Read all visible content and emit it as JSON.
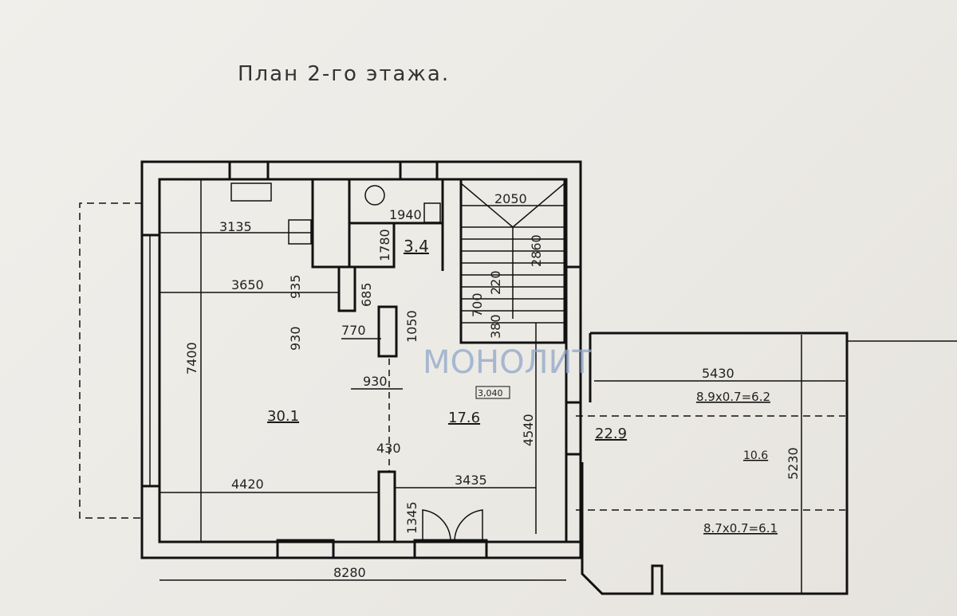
{
  "title": "План 2-го этажа.",
  "watermark": "МОНОЛИТ",
  "rooms": {
    "living": "30.1",
    "hall": "17.6",
    "bathroom": "3.4",
    "terrace": "22.9",
    "terrace_center": "10.6",
    "terrace_top": "8.9x0.7=6.2",
    "terrace_bottom": "8.7x0.7=6.1",
    "level_mark": "3,040"
  },
  "dimensions": {
    "d3135": "3135",
    "d3650": "3650",
    "d7400": "7400",
    "d935": "935",
    "d930a": "930",
    "d685": "685",
    "d770": "770",
    "d1050": "1050",
    "d930b": "930",
    "d1780": "1780",
    "d1940": "1940",
    "d2050": "2050",
    "d2860": "2860",
    "d220": "220",
    "d700": "700",
    "d380": "380",
    "d4540": "4540",
    "d430": "430",
    "d4420": "4420",
    "d3435": "3435",
    "d1345": "1345",
    "d8280": "8280",
    "d5430": "5430",
    "d5230": "5230"
  }
}
